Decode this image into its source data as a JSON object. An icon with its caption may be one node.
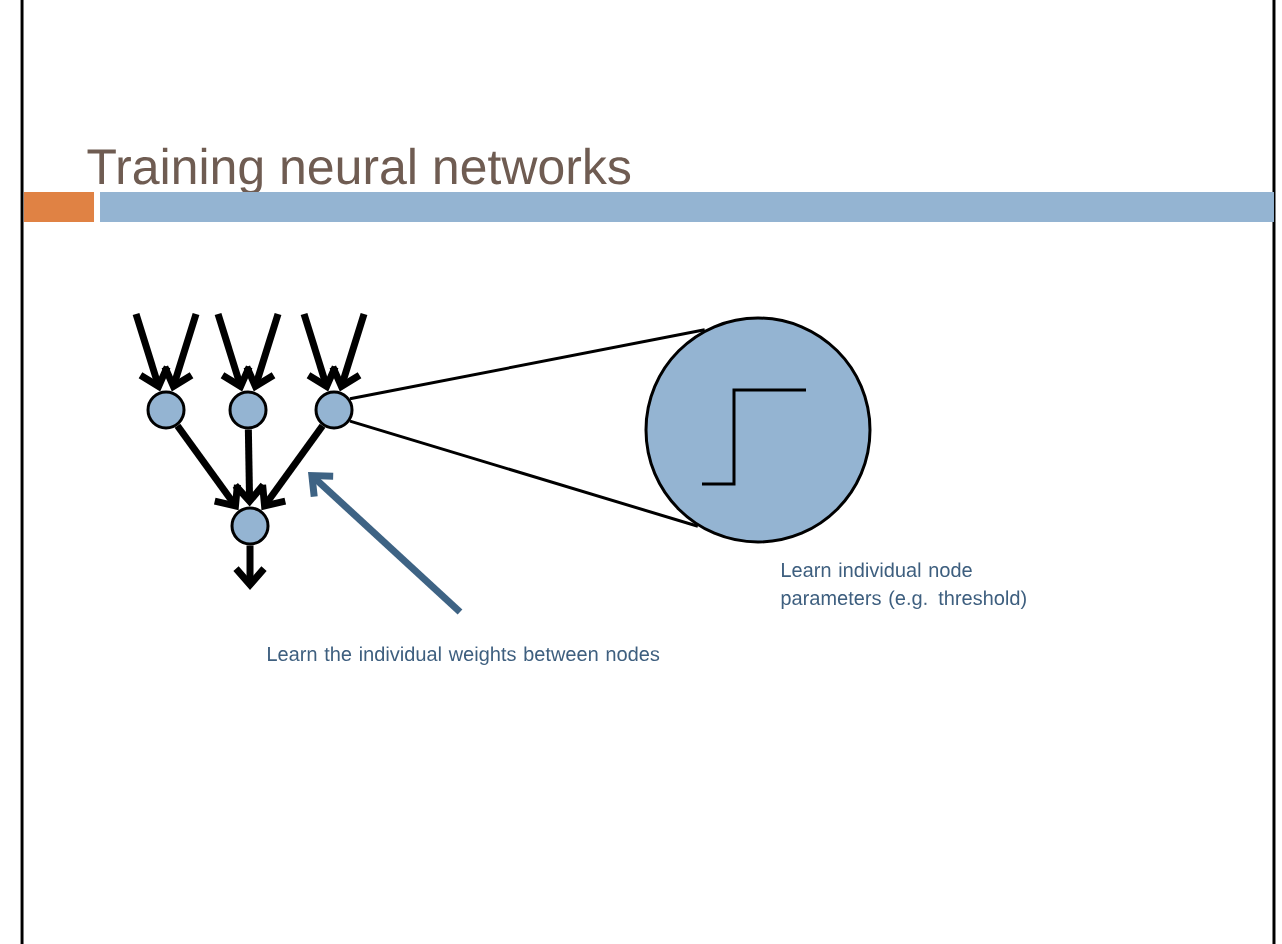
{
  "diagram": {
    "title": "Training neural networks",
    "nodes": [
      {
        "text": [],
        "shape": "circle"
      },
      {
        "text": [],
        "shape": "circle"
      },
      {
        "text": [],
        "shape": "circle"
      },
      {
        "text": [],
        "shape": "circle"
      },
      {
        "text": [],
        "shape": "circle",
        "beside": [
          "Learn individual node parameters (e.g. threshold)"
        ]
      },
      {
        "text": [
          "Learn the individual weights between nodes"
        ]
      }
    ],
    "edges": [
      {
        "from": null,
        "to": 0,
        "arrow": "to"
      },
      {
        "from": null,
        "to": 0,
        "arrow": "to"
      },
      {
        "from": null,
        "to": 1,
        "arrow": "to"
      },
      {
        "from": null,
        "to": 1,
        "arrow": "to"
      },
      {
        "from": null,
        "to": 2,
        "arrow": "to"
      },
      {
        "from": null,
        "to": 2,
        "arrow": "to"
      },
      {
        "from": 0,
        "to": 3,
        "arrow": "to"
      },
      {
        "from": 1,
        "to": 3,
        "arrow": "to"
      },
      {
        "from": 2,
        "to": 3,
        "arrow": "to"
      },
      {
        "from": 3,
        "to": null,
        "arrow": "to"
      },
      {
        "from": 2,
        "to": 4,
        "arrow": "none"
      },
      {
        "from": 2,
        "to": 4,
        "arrow": "none"
      },
      {
        "from": 5,
        "to": null,
        "arrow": "to",
        "color": "#3e6384"
      }
    ]
  }
}
